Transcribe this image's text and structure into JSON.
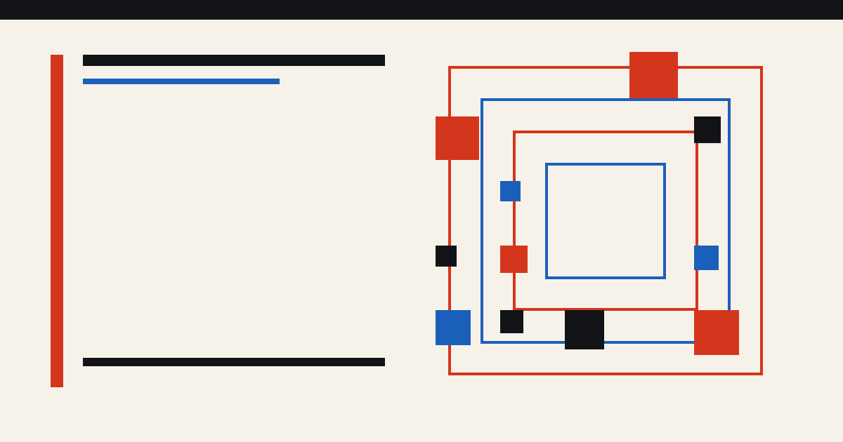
{
  "colors": {
    "background": "#F6F2EA",
    "ink": "#121316",
    "red": "#D4361D",
    "blue": "#1A60BA"
  },
  "composition": {
    "frames": [
      "outer-red-frame",
      "blue-frame",
      "inner-red-frame",
      "inner-blue-frame"
    ],
    "blocks": [
      "red-block",
      "red-block",
      "red-block",
      "red-block",
      "blue-block",
      "blue-block",
      "blue-block",
      "black-block",
      "black-block",
      "black-block",
      "black-block"
    ]
  }
}
